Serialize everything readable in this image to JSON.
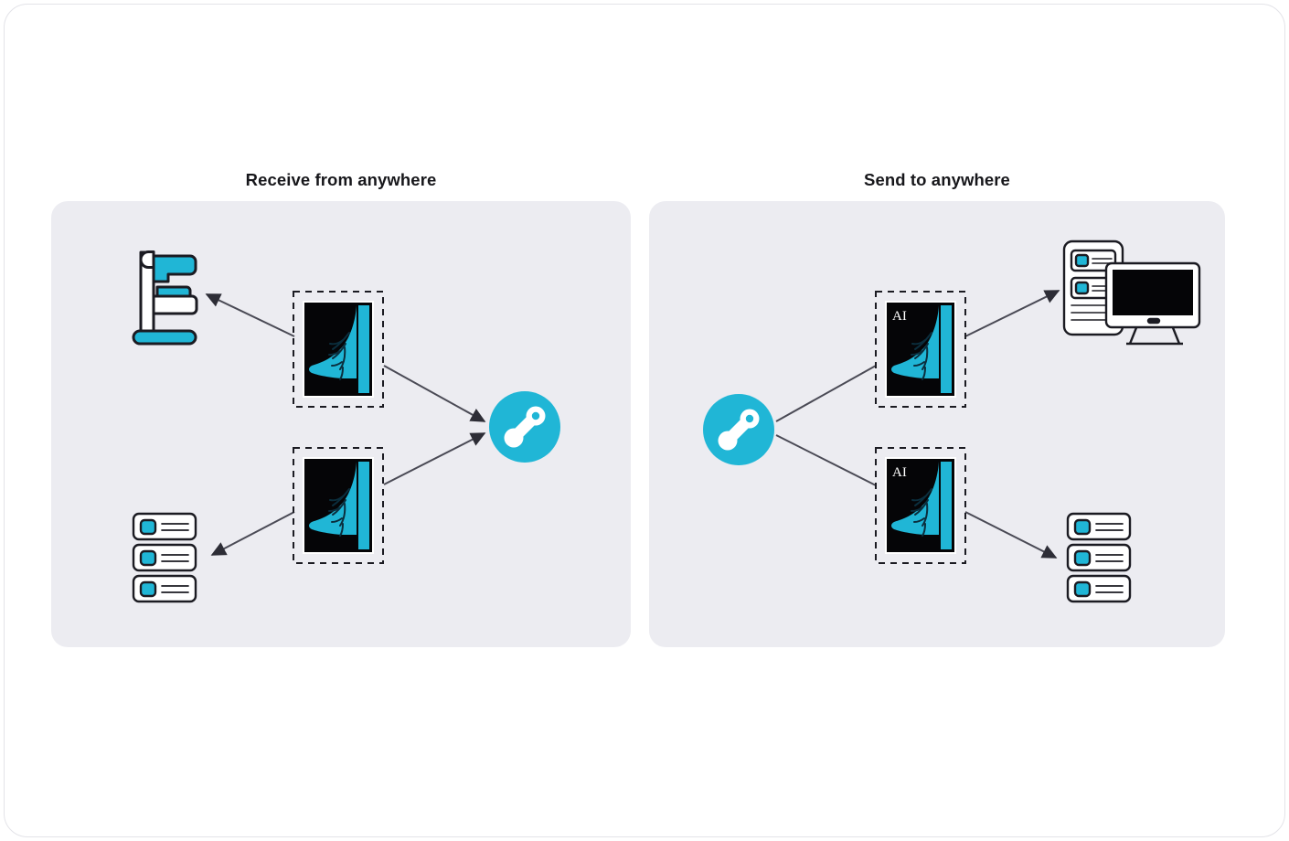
{
  "diagram": {
    "title_left": "Receive from anywhere",
    "title_right": "Send to anywhere",
    "colors": {
      "cyan": "#20b6d6",
      "panel_bg": "#ececf1",
      "outline": "#1b1b22",
      "black": "#050507",
      "white": "#ffffff",
      "arrow": "#3c3c46"
    },
    "left_panel": {
      "name": "Receive from anywhere",
      "nodes": [
        {
          "id": "mammography-machine",
          "icon": "mammography-machine-icon",
          "label": ""
        },
        {
          "id": "patient-records-list",
          "icon": "record-list-icon",
          "label": ""
        },
        {
          "id": "scan-upper",
          "icon": "mammogram-scan-icon",
          "label": ""
        },
        {
          "id": "scan-lower",
          "icon": "mammogram-scan-icon",
          "label": ""
        },
        {
          "id": "hub",
          "icon": "platform-hub-logo",
          "label": ""
        }
      ],
      "edges": [
        {
          "from": "scan-upper",
          "to": "mammography-machine",
          "arrow": true
        },
        {
          "from": "scan-lower",
          "to": "patient-records-list",
          "arrow": true
        },
        {
          "from": "scan-upper",
          "to": "hub",
          "arrow": true
        },
        {
          "from": "scan-lower",
          "to": "hub",
          "arrow": true
        }
      ]
    },
    "right_panel": {
      "name": "Send to anywhere",
      "nodes": [
        {
          "id": "hub",
          "icon": "platform-hub-logo",
          "label": ""
        },
        {
          "id": "ai-scan-upper",
          "icon": "mammogram-scan-ai-icon",
          "label": "AI"
        },
        {
          "id": "ai-scan-lower",
          "icon": "mammogram-scan-ai-icon",
          "label": "AI"
        },
        {
          "id": "workstation-monitor",
          "icon": "monitor-report-icon",
          "label": ""
        },
        {
          "id": "results-list",
          "icon": "record-list-icon",
          "label": ""
        }
      ],
      "edges": [
        {
          "from": "hub",
          "to": "ai-scan-upper",
          "arrow": false
        },
        {
          "from": "hub",
          "to": "ai-scan-lower",
          "arrow": false
        },
        {
          "from": "ai-scan-upper",
          "to": "workstation-monitor",
          "arrow": true
        },
        {
          "from": "ai-scan-lower",
          "to": "results-list",
          "arrow": true
        }
      ]
    },
    "badges": {
      "ai_label": "AI"
    }
  }
}
